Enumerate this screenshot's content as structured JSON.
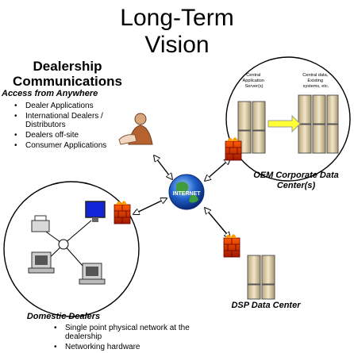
{
  "title_line1": "Long-Term",
  "title_line2": "Vision",
  "dealership": {
    "title_line1": "Dealership",
    "title_line2": "Communications",
    "subtitle": "Access from Anywhere",
    "items": [
      "Dealer Applications",
      "International Dealers / Distributors",
      "Dealers off-site",
      "Consumer Applications"
    ]
  },
  "oem": {
    "server_label_1": [
      "Central",
      "Application",
      "Server(s)"
    ],
    "server_label_2": [
      "Central data,",
      "Existing",
      "systems, etc."
    ],
    "caption_line1": "OEM Corporate Data",
    "caption_line2": "Center(s)"
  },
  "internet_label": "INTERNET",
  "dsp": {
    "caption": "DSP Data Center"
  },
  "domestic": {
    "title": "Domestic Dealers",
    "items": [
      "Single point physical network at the dealership",
      "Networking hardware"
    ]
  }
}
